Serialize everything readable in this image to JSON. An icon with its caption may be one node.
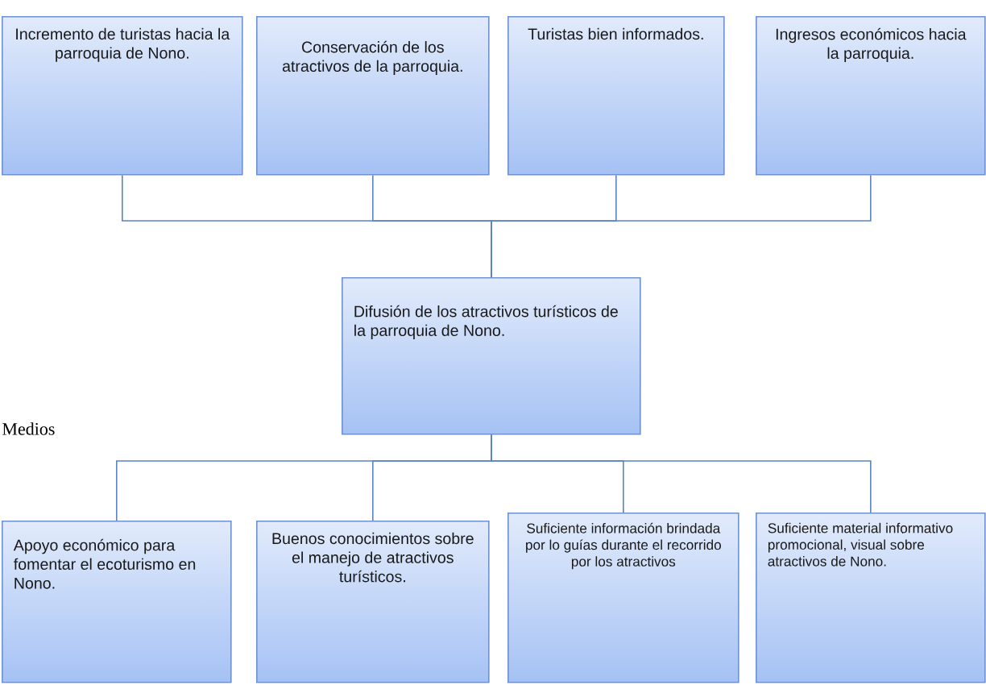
{
  "diagram": {
    "nodes": [
      {
        "text": [
          "Incremento de turistas hacia la parroquia de Nono."
        ]
      },
      {
        "text": [
          "Conservación de los atractivos de la parroquia."
        ]
      },
      {
        "text": [
          "Turistas bien informados."
        ]
      },
      {
        "text": [
          "Ingresos económicos hacia la parroquia."
        ]
      },
      {
        "text": [
          "Difusión de los atractivos turísticos de la parroquia de Nono."
        ]
      },
      {
        "text": [
          "Apoyo económico para fomentar el ecoturismo en Nono."
        ]
      },
      {
        "text": [
          "Buenos conocimientos sobre el manejo de atractivos turísticos."
        ]
      },
      {
        "text": [
          "Suficiente información brindada por lo guías durante el recorrido por los atractivos"
        ]
      },
      {
        "text": [
          "Suficiente material informativo promocional, visual sobre atractivos de Nono."
        ]
      }
    ],
    "edges": [
      {
        "from": 4,
        "to": 0,
        "arrow": "none"
      },
      {
        "from": 4,
        "to": 1,
        "arrow": "none"
      },
      {
        "from": 4,
        "to": 2,
        "arrow": "none"
      },
      {
        "from": 4,
        "to": 3,
        "arrow": "none"
      },
      {
        "from": 4,
        "to": 5,
        "arrow": "none"
      },
      {
        "from": 4,
        "to": 6,
        "arrow": "none"
      },
      {
        "from": 4,
        "to": 7,
        "arrow": "none"
      },
      {
        "from": 4,
        "to": 8,
        "arrow": "none"
      }
    ],
    "labels": [
      "Medios"
    ]
  }
}
